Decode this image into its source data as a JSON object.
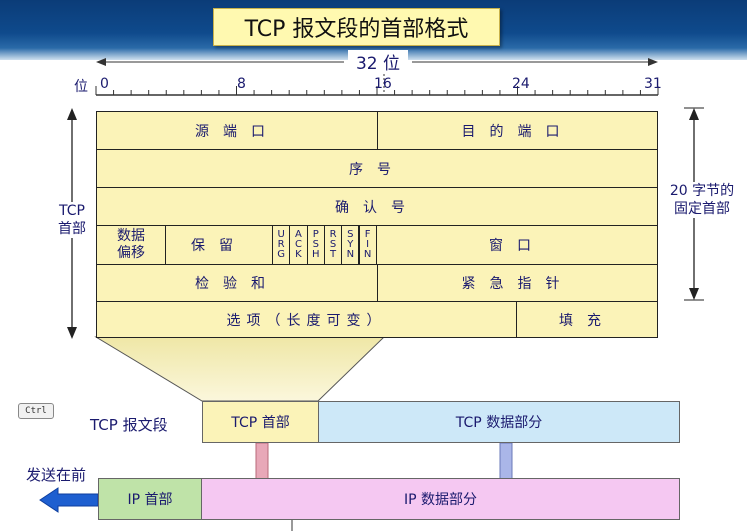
{
  "title": "TCP 报文段的首部格式",
  "bits_label": "32 位",
  "position_label": "位",
  "ticks": [
    "0",
    "8",
    "16",
    "24",
    "31"
  ],
  "fields": {
    "src_port": "源端口",
    "dst_port": "目的端口",
    "seq": "序号",
    "ack": "确认号",
    "data_offset_1": "数据",
    "data_offset_2": "偏移",
    "reserved": "保留",
    "flags": [
      "URG",
      "ACK",
      "PSH",
      "RST",
      "SYN",
      "FIN"
    ],
    "window": "窗口",
    "checksum": "检验和",
    "urgent_ptr": "紧急指针",
    "options": "选项（长度可变）",
    "padding": "填充"
  },
  "side": {
    "tcp_header_1": "TCP",
    "tcp_header_2": "首部",
    "fixed_1": "20 字节的",
    "fixed_2": "固定首部"
  },
  "ctrl_key": "Ctrl",
  "segment": {
    "row_label": "TCP 报文段",
    "header": "TCP 首部",
    "data": "TCP 数据部分"
  },
  "ip": {
    "send_first": "发送在前",
    "header": "IP 首部",
    "data": "IP 数据部分"
  },
  "colors": {
    "field_fill": "#fbf3b8",
    "tcp_data_fill": "#cde8f8",
    "ip_header_fill": "#bfe3a8",
    "ip_data_fill": "#f5c8f2",
    "arrow_blue": "#1e5fd0"
  }
}
